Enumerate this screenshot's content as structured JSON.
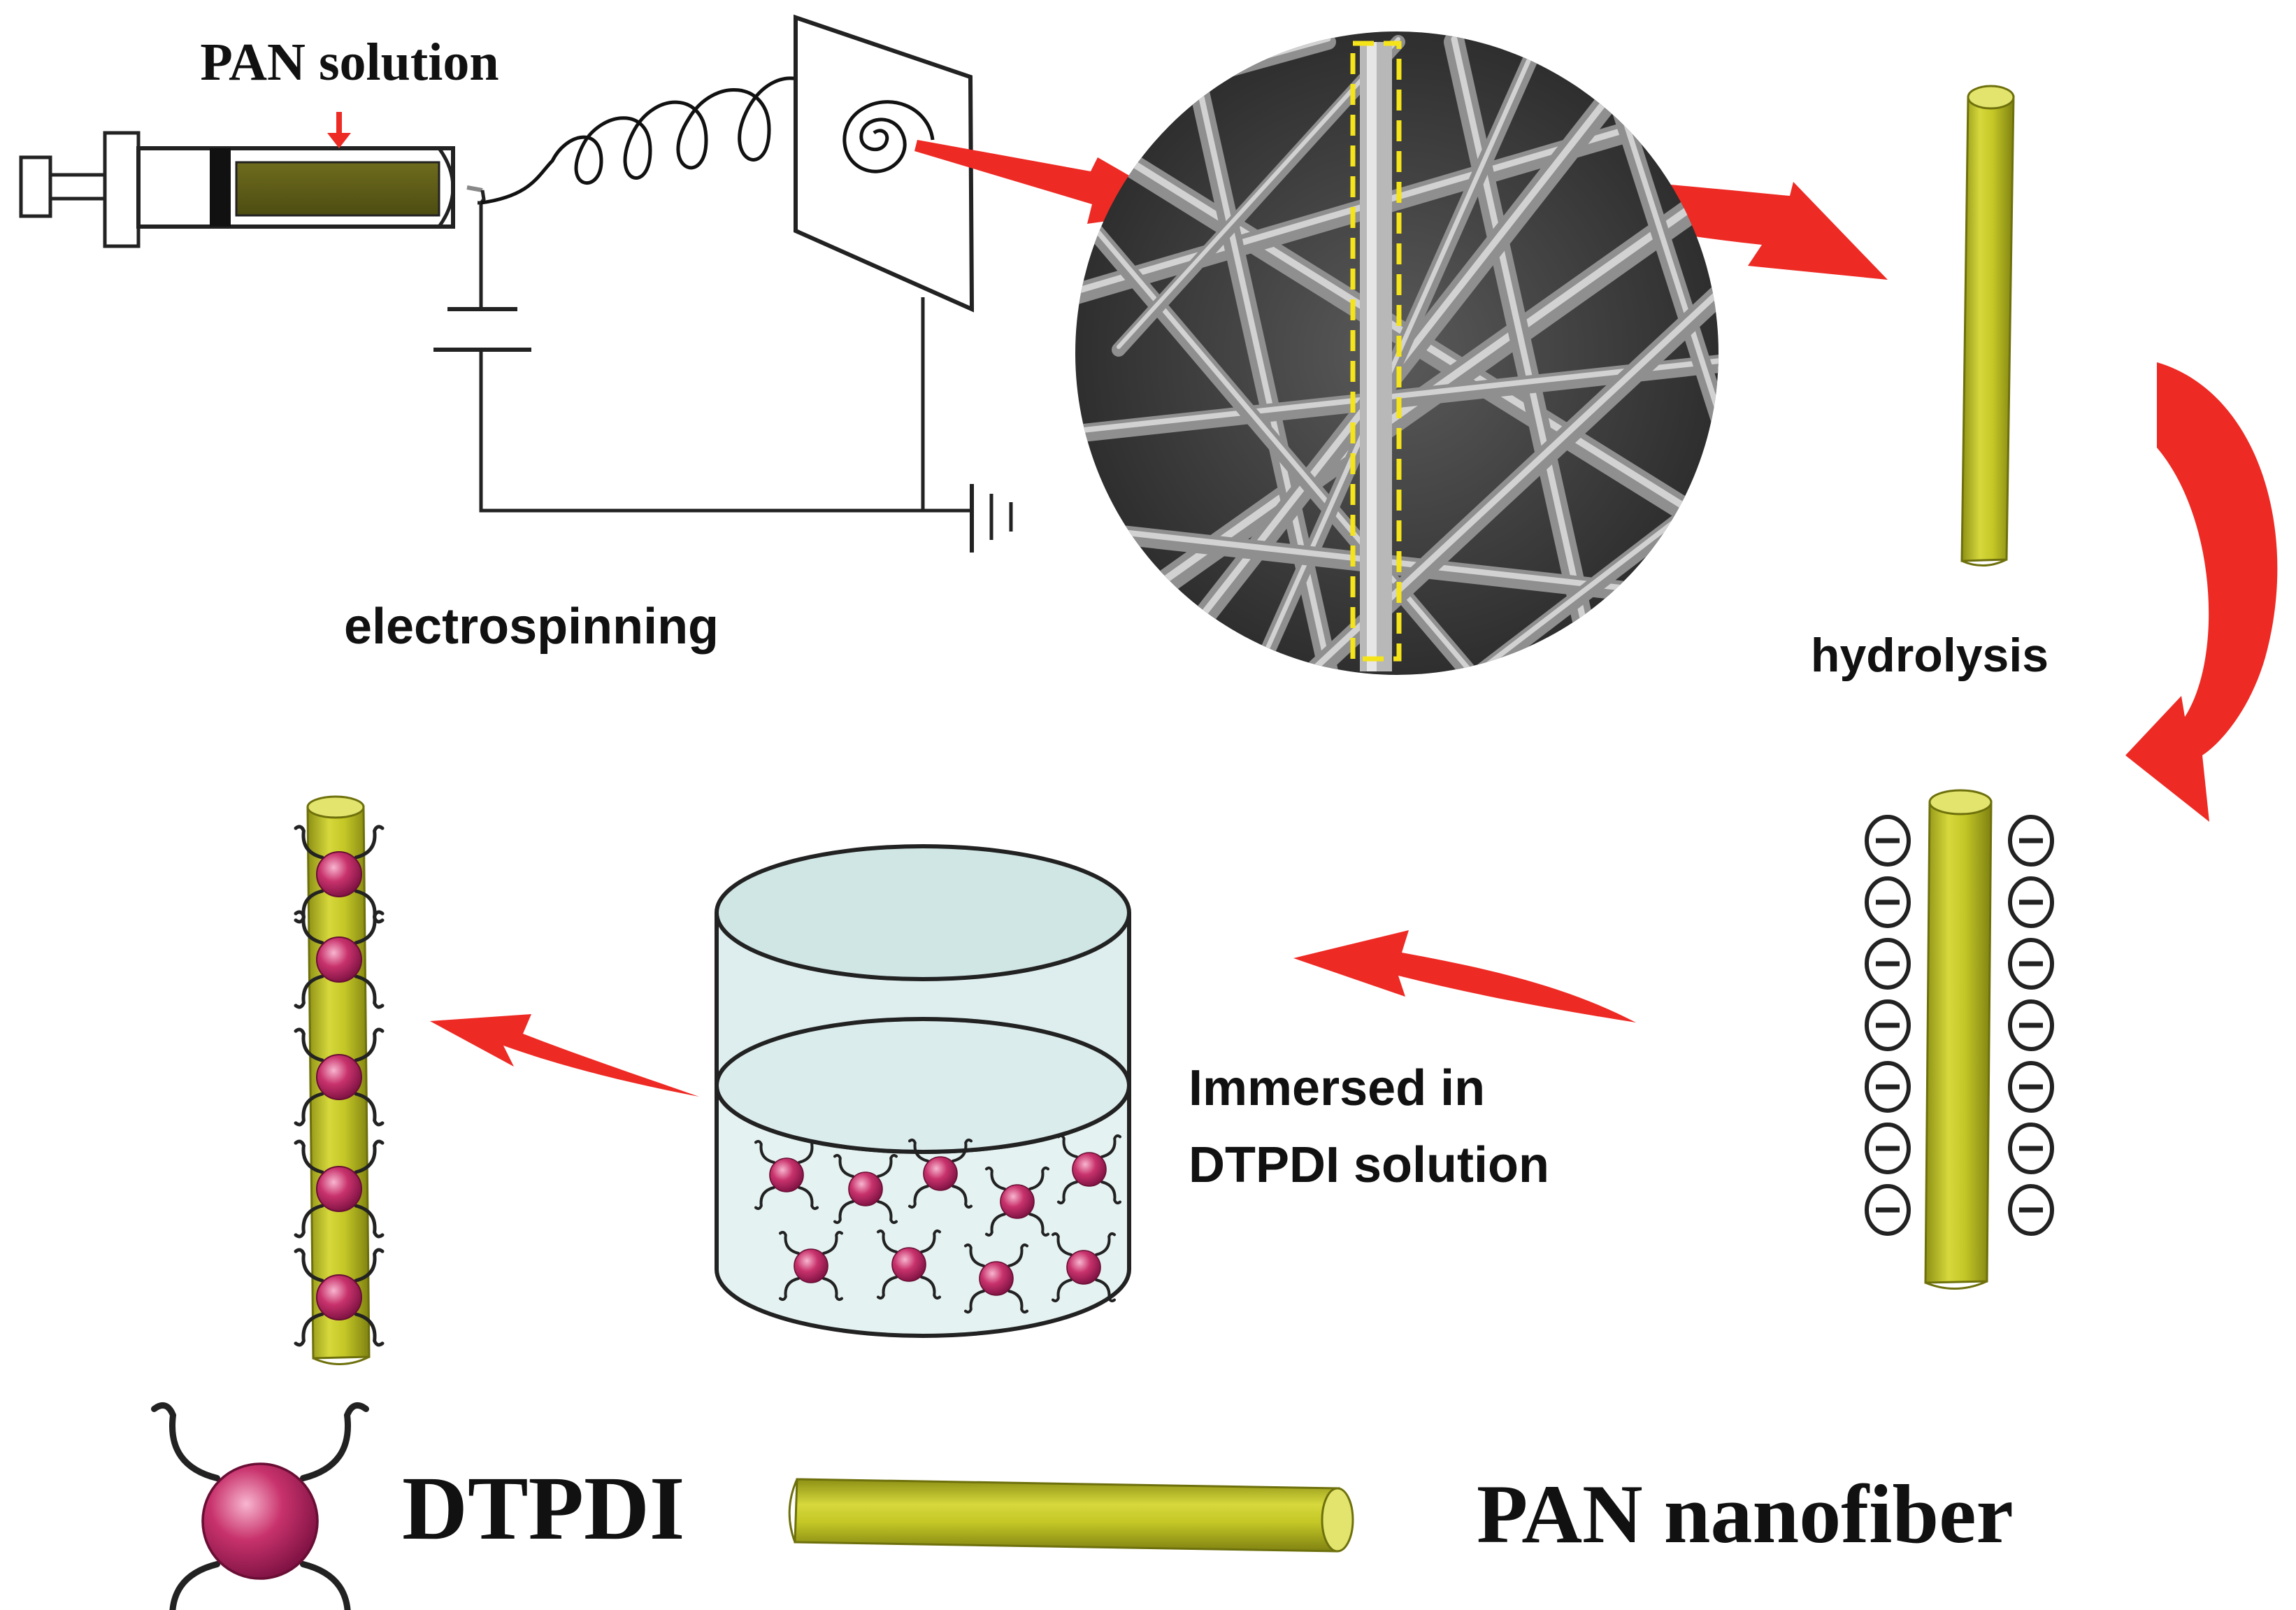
{
  "labels": {
    "pan_solution": "PAN solution",
    "electrospinning": "electrospinning",
    "hydrolysis": "hydrolysis",
    "immersed_line1": "Immersed  in",
    "immersed_line2": "DTPDI solution",
    "legend_dtpdi": "DTPDI",
    "legend_pan_nanofiber": "PAN nanofiber"
  },
  "colors": {
    "fiber": "#b9bd1f",
    "fiber_dark": "#7d8010",
    "fiber_light": "#e3e47a",
    "dtpdi": "#b8245f",
    "dtpdi_light": "#f19ab9",
    "arrow": "#ee2a24",
    "solution": "#5b5a17",
    "sem_box": "#f5e41a",
    "beaker_liquid": "#dff0ef"
  },
  "icons": {
    "syringe": "syringe-icon",
    "collector": "collector-plate-icon",
    "battery": "battery-symbol-icon",
    "ground": "ground-symbol-icon",
    "sem": "sem-image-icon",
    "beaker": "beaker-icon",
    "negative_charge": "negative-charge-icon",
    "dtpdi": "dtpdi-molecule-icon",
    "fiber": "nanofiber-icon"
  }
}
